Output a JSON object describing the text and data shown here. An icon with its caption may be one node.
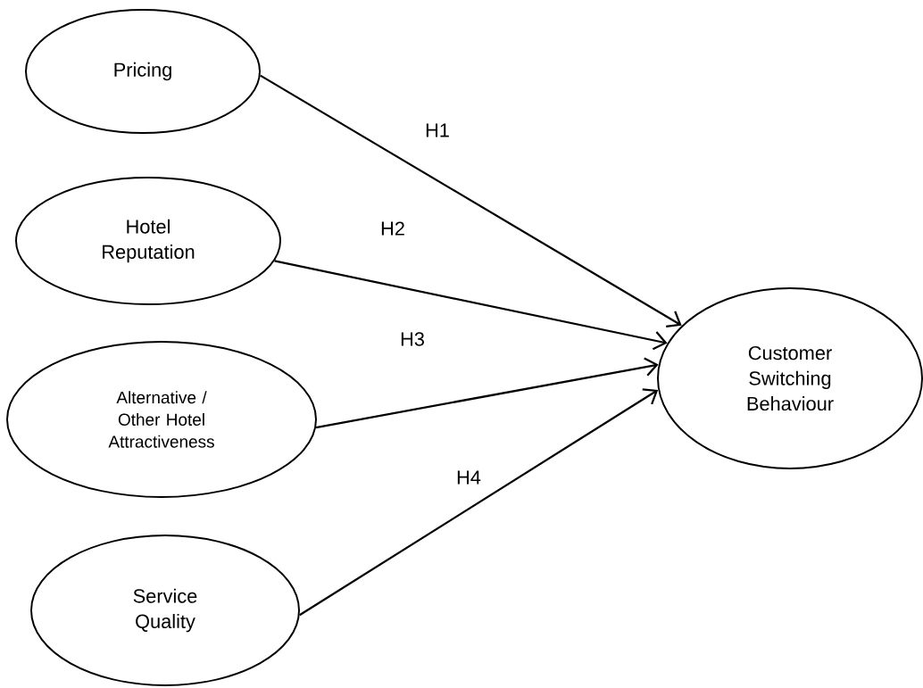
{
  "diagram": {
    "nodes": [
      {
        "text": [
          "Pricing"
        ]
      },
      {
        "text": [
          "Hotel Reputation"
        ]
      },
      {
        "text": [
          "Alternative / Other Hotel Attractiveness"
        ]
      },
      {
        "text": [
          "Service Quality"
        ]
      },
      {
        "text": [
          "Customer Switching Behaviour"
        ]
      }
    ],
    "edges": [
      {
        "from": 0,
        "to": 4,
        "arrow": "to",
        "label": "H1"
      },
      {
        "from": 1,
        "to": 4,
        "arrow": "to",
        "label": "H2"
      },
      {
        "from": 2,
        "to": 4,
        "arrow": "to",
        "label": "H3"
      },
      {
        "from": 3,
        "to": 4,
        "arrow": "to",
        "label": "H4"
      }
    ]
  }
}
